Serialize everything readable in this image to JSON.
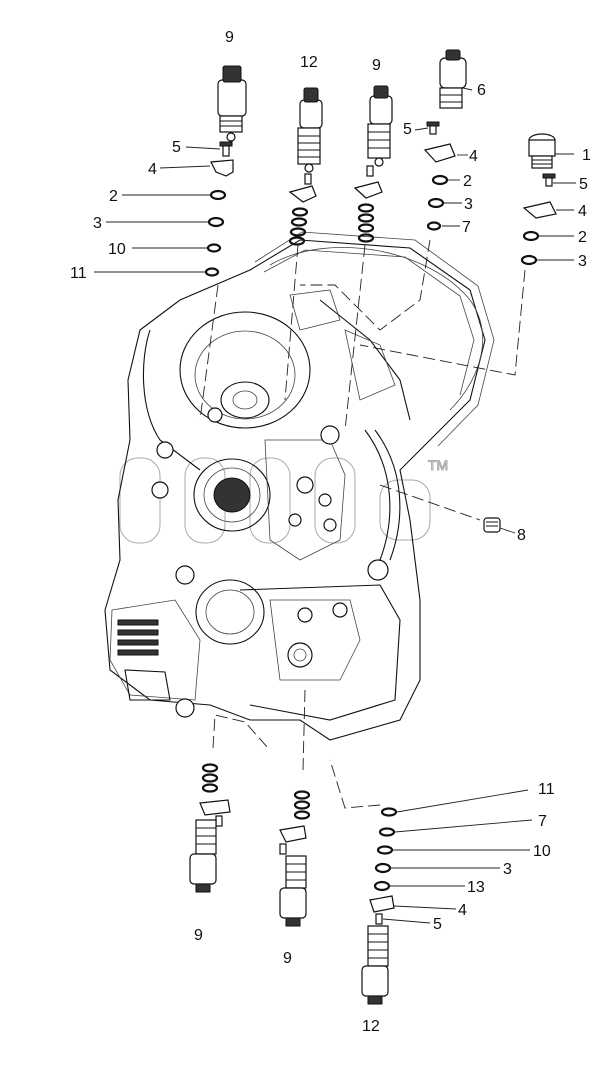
{
  "callouts": {
    "c1": "1",
    "c2a": "2",
    "c2b": "2",
    "c2c": "2",
    "c3a": "3",
    "c3b": "3",
    "c3c": "3",
    "c3d": "3",
    "c4a": "4",
    "c4b": "4",
    "c4c": "4",
    "c4d": "4",
    "c5a": "5",
    "c5b": "5",
    "c5c": "5",
    "c5d": "5",
    "c6": "6",
    "c7a": "7",
    "c7b": "7",
    "c8": "8",
    "c9a": "9",
    "c9b": "9",
    "c9c": "9",
    "c9d": "9",
    "c10a": "10",
    "c10b": "10",
    "c11a": "11",
    "c11b": "11",
    "c12a": "12",
    "c12b": "12",
    "c13": "13"
  },
  "watermark": "TM"
}
